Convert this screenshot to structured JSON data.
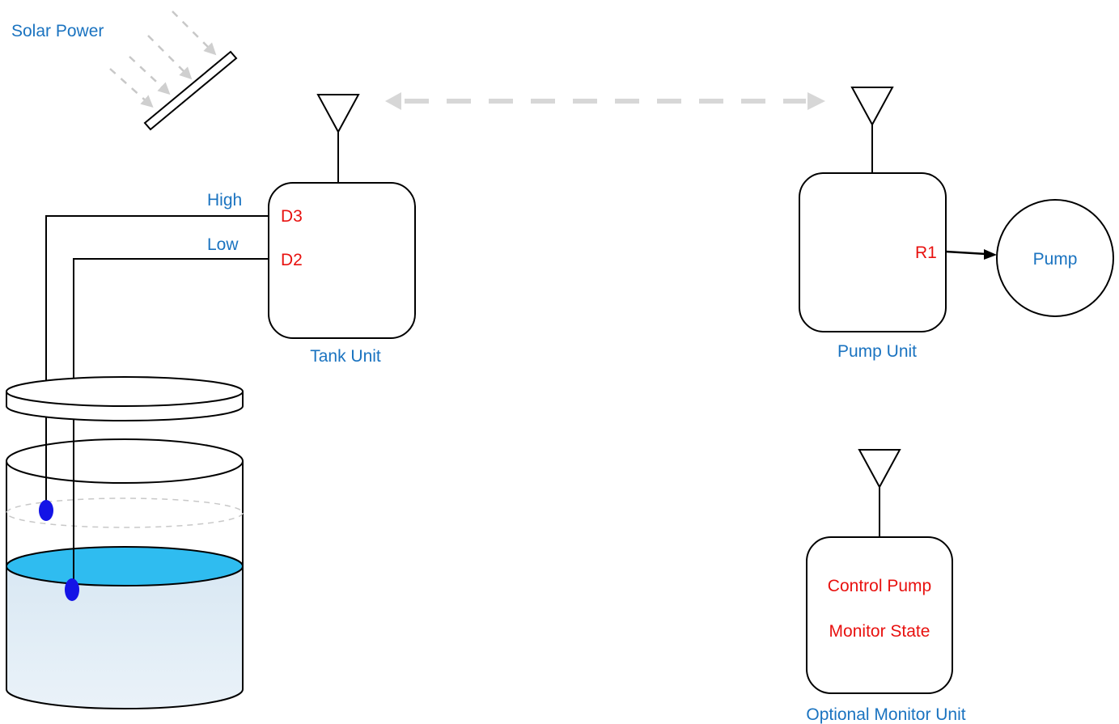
{
  "labels": {
    "solar_power": "Solar Power",
    "high": "High",
    "low": "Low",
    "tank_unit": "Tank Unit",
    "pump_unit": "Pump Unit",
    "pump": "Pump",
    "optional_monitor_unit": "Optional Monitor Unit"
  },
  "pins": {
    "tank_high": "D3",
    "tank_low": "D2",
    "pump_relay": "R1"
  },
  "monitor": {
    "line1": "Control Pump",
    "line2": "Monitor State"
  },
  "colors": {
    "label_blue": "#1a73c0",
    "pin_red": "#e8110f",
    "water_surface": "#2fbcf0",
    "sensor_blue": "#1414e6",
    "wireless_link_gray": "#d7d7d7"
  },
  "icons": {
    "antenna": "antenna-icon",
    "solar_panel": "solar-panel-icon",
    "water_tank": "water-tank-icon",
    "pump": "pump-icon"
  }
}
